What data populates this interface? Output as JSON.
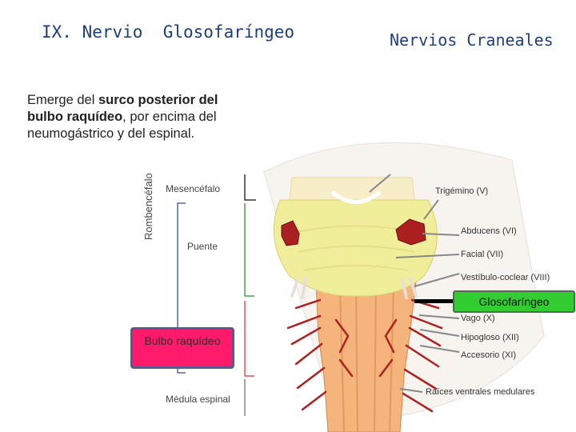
{
  "header": {
    "title": "IX. Nervio  Glosofaríngeo",
    "subtitle": "Nervios Craneales"
  },
  "description": {
    "text_1": "Emerge del ",
    "bold_1": "surco posterior del bulbo raquídeo",
    "text_2": ", por encima del neumogástrico y del espinal."
  },
  "diagram": {
    "left_labels": {
      "mesencefalo": "Mesencéfalo",
      "puente": "Puente",
      "rombencefalo": "Rombencéfalo",
      "bulbo": "Bulbo raquídeo",
      "medula": "Médula espinal"
    },
    "right_labels": {
      "trigemino": "Trigémino (V)",
      "abducens": "Abducens (VI)",
      "facial": "Facial (VII)",
      "vestibulo": "Vestíbulo-coclear (VIII)",
      "glosofaringeo": "Glosofaríngeo",
      "vago": "Vago (X)",
      "hipogloso": "Hipogloso (XII)",
      "accesorio": "Accesorio (XI)",
      "raices": "Raíces ventrales medulares"
    },
    "colors": {
      "brainstem": "#f0ee9a",
      "nerve": "#b02020",
      "glosofaringeo_highlight": "#33cc33",
      "bulbo_highlight": "#ff1a6b"
    }
  }
}
